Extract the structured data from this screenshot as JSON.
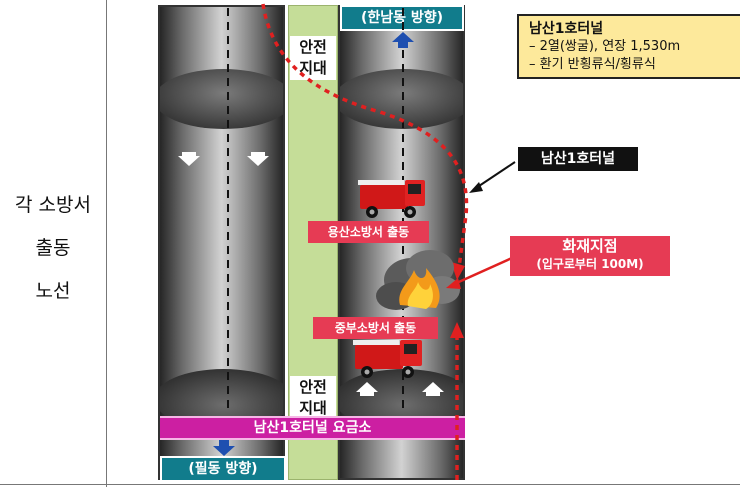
{
  "left_cell": {
    "lines": [
      "각 소방서",
      "출동",
      "노선"
    ]
  },
  "safety_zone": {
    "top_label": "안전\n지대",
    "bottom_label": "안전\n지대"
  },
  "directions": {
    "top_right": "(한남동 방향)",
    "bottom_left": "(필동 방향)"
  },
  "info_box": {
    "title": "남산1호터널",
    "line1": "– 2열(쌍굴), 연장 1,530m",
    "line2": "– 환기 반횡류식/횡류식"
  },
  "tunnel_label": "남산1호터널",
  "fire_point": {
    "title": "화재지점",
    "detail": "(입구로부터 100M)"
  },
  "dispatch": {
    "yongsan": "용산소방서 출동",
    "jungbu": "중부소방서 출동"
  },
  "toll_booth": "남산1호터널 요금소",
  "colors": {
    "direction_label": "#117c8c",
    "safety_zone": "#c5dd98",
    "info_box": "#fde99b",
    "fire_label": "#e63b54",
    "toll_booth": "#cc1fa2",
    "route_dots": "#e02020"
  }
}
